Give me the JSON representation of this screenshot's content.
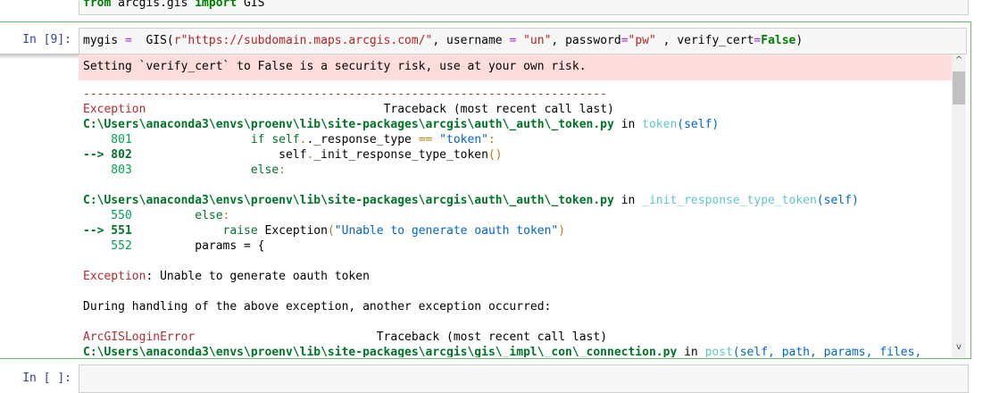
{
  "prev_cell": {
    "code": [
      "from",
      " arcgis.gis ",
      "import",
      " GIS"
    ]
  },
  "cell": {
    "prompt": "In [9]:",
    "code": {
      "a": "mygis ",
      "eq": "=",
      "b": "  GIS(",
      "r": "r",
      "url": "\"https://subdomain.maps.arcgis.com/\"",
      "c": ", username ",
      "eq2": "=",
      "un": " \"un\"",
      "d": ", password",
      "eq3": "=",
      "pw": "\"pw\"",
      "e": " , verify_cert",
      "eq4": "=",
      "f": "False",
      ")": ")"
    },
    "warning": "Setting `verify_cert` to False is a security risk, use at your own risk.",
    "traceback": {
      "dashes": "---------------------------------------------------------------------------",
      "exc1": "Exception",
      "tb_label": "Traceback (most recent call last)",
      "path1": "C:\\Users\\anaconda3\\envs\\proenv\\lib\\site-packages\\arcgis\\auth\\_auth\\_token.py",
      "in": " in ",
      "fn1": "token",
      "args1": "(self)",
      "l801": "    801",
      "c801a": "                 if self",
      "c801b": "._response_type ",
      "c801c": "==",
      "c801d": " \"token\"",
      "c801e": ":",
      "arrow": "-->",
      "l802": " 802",
      "c802a": "                     self",
      "c802b": ".",
      "c802c": "_init_response_type_token",
      "c802d": "()",
      "l803": "    803",
      "c803a": "                 else",
      "c803b": ":",
      "path2": "C:\\Users\\anaconda3\\envs\\proenv\\lib\\site-packages\\arcgis\\auth\\_auth\\_token.py",
      "fn2": "_init_response_type_token",
      "args2": "(self)",
      "l550": "    550",
      "c550a": "         else",
      "c550b": ":",
      "l551": " 551",
      "c551a": "             raise",
      "c551b": " Exception",
      "c551c": "(",
      "c551d": "\"Unable to generate oauth token\"",
      "c551e": ")",
      "l552": "    552",
      "c552": "         params = {",
      "exc_msg_name": "Exception",
      "exc_msg": ": Unable to generate oauth token",
      "during": "During handling of the above exception, another exception occurred:",
      "exc2": "ArcGISLoginError",
      "path3": "C:\\Users\\anaconda3\\envs\\proenv\\lib\\site-packages\\arcgis\\gis\\_impl\\_con\\_connection.py",
      "fn3": "post",
      "args3": "(self, path, params, files,"
    }
  },
  "next_cell": {
    "prompt": "In [ ]:"
  },
  "scrollbar": {
    "up": "^",
    "down": "v"
  }
}
